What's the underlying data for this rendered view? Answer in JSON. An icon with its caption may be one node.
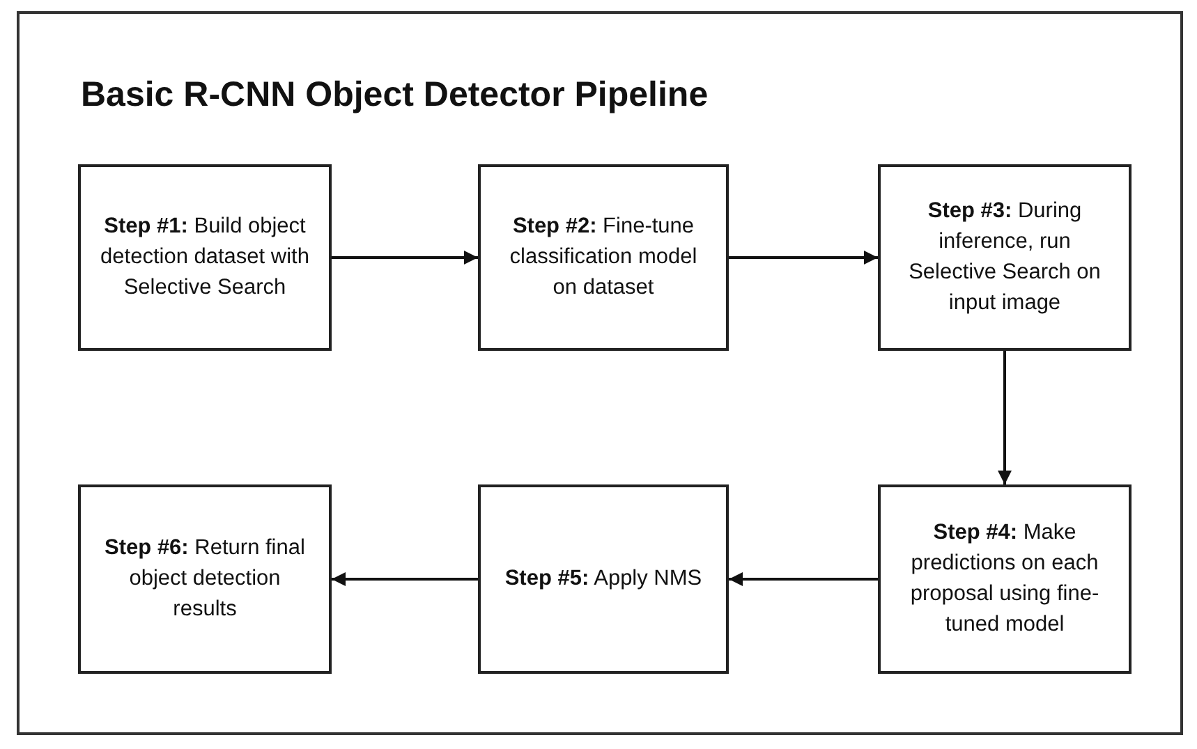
{
  "diagram": {
    "title": "Basic R-CNN Object Detector Pipeline",
    "nodes": [
      {
        "text": [
          "**Step #1:** Build object detection dataset with Selective Search"
        ]
      },
      {
        "text": [
          "**Step #2:** Fine-tune classification model on dataset"
        ]
      },
      {
        "text": [
          "**Step #3:** During inference, run Selective Search on input image"
        ]
      },
      {
        "text": [
          "**Step #4:** Make predictions on each proposal using fine-tuned model"
        ]
      },
      {
        "text": [
          "**Step #5:** Apply NMS"
        ]
      },
      {
        "text": [
          "**Step #6:** Return final object detection results"
        ]
      }
    ],
    "edges": [
      {
        "from": 0,
        "to": 1,
        "arrow": "to"
      },
      {
        "from": 1,
        "to": 2,
        "arrow": "to"
      },
      {
        "from": 2,
        "to": 3,
        "arrow": "to"
      },
      {
        "from": 3,
        "to": 4,
        "arrow": "to"
      },
      {
        "from": 4,
        "to": 5,
        "arrow": "to"
      }
    ]
  }
}
